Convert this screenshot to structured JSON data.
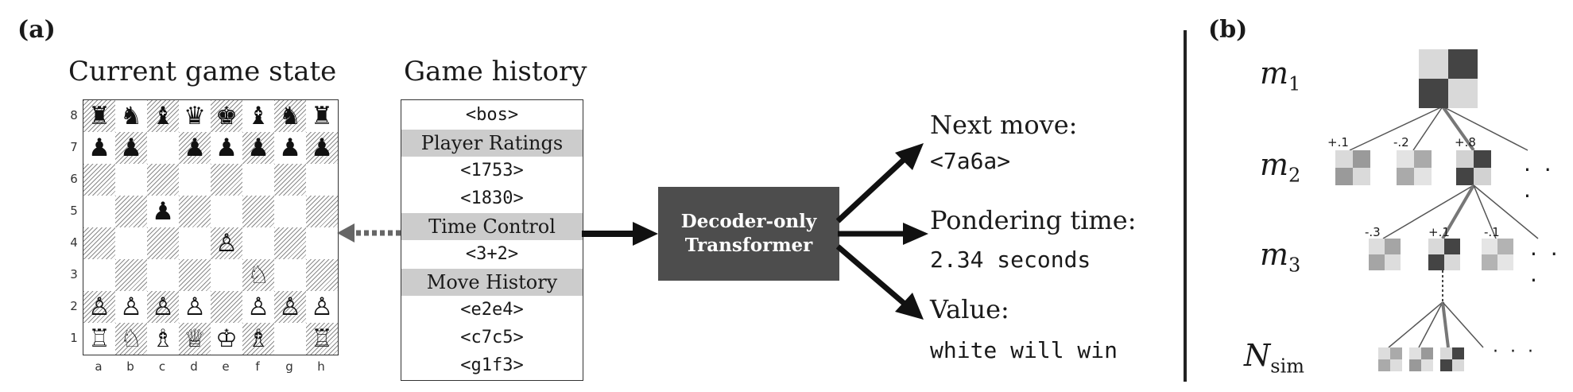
{
  "panel_a": {
    "label": "(a)",
    "board_title": "Current game state",
    "history_title": "Game history",
    "ranks": [
      "8",
      "7",
      "6",
      "5",
      "4",
      "3",
      "2",
      "1"
    ],
    "files": [
      "a",
      "b",
      "c",
      "d",
      "e",
      "f",
      "g",
      "h"
    ],
    "pieces": [
      {
        "sq": "a8",
        "g": "♜"
      },
      {
        "sq": "b8",
        "g": "♞"
      },
      {
        "sq": "c8",
        "g": "♝"
      },
      {
        "sq": "d8",
        "g": "♛"
      },
      {
        "sq": "e8",
        "g": "♚"
      },
      {
        "sq": "f8",
        "g": "♝"
      },
      {
        "sq": "g8",
        "g": "♞"
      },
      {
        "sq": "h8",
        "g": "♜"
      },
      {
        "sq": "a7",
        "g": "♟"
      },
      {
        "sq": "b7",
        "g": "♟"
      },
      {
        "sq": "d7",
        "g": "♟"
      },
      {
        "sq": "e7",
        "g": "♟"
      },
      {
        "sq": "f7",
        "g": "♟"
      },
      {
        "sq": "g7",
        "g": "♟"
      },
      {
        "sq": "h7",
        "g": "♟"
      },
      {
        "sq": "c5",
        "g": "♟"
      },
      {
        "sq": "e4",
        "g": "♙"
      },
      {
        "sq": "f3",
        "g": "♘"
      },
      {
        "sq": "a2",
        "g": "♙"
      },
      {
        "sq": "b2",
        "g": "♙"
      },
      {
        "sq": "c2",
        "g": "♙"
      },
      {
        "sq": "d2",
        "g": "♙"
      },
      {
        "sq": "f2",
        "g": "♙"
      },
      {
        "sq": "g2",
        "g": "♙"
      },
      {
        "sq": "h2",
        "g": "♙"
      },
      {
        "sq": "a1",
        "g": "♖"
      },
      {
        "sq": "b1",
        "g": "♘"
      },
      {
        "sq": "c1",
        "g": "♗"
      },
      {
        "sq": "d1",
        "g": "♕"
      },
      {
        "sq": "e1",
        "g": "♔"
      },
      {
        "sq": "f1",
        "g": "♗"
      },
      {
        "sq": "h1",
        "g": "♖"
      }
    ],
    "history_rows": [
      {
        "type": "token",
        "text": "<bos>"
      },
      {
        "type": "section",
        "text": "Player Ratings"
      },
      {
        "type": "token",
        "text": "<1753>"
      },
      {
        "type": "token",
        "text": "<1830>"
      },
      {
        "type": "section",
        "text": "Time Control"
      },
      {
        "type": "token",
        "text": "<3+2>"
      },
      {
        "type": "section",
        "text": "Move History"
      },
      {
        "type": "token",
        "text": "<e2e4>"
      },
      {
        "type": "token",
        "text": "<c7c5>"
      },
      {
        "type": "token",
        "text": "<g1f3>"
      }
    ],
    "model_line1": "Decoder-only",
    "model_line2": "Transformer",
    "outputs": [
      {
        "title": "Next move:",
        "value": "<7a6a>"
      },
      {
        "title": "Pondering time:",
        "value": "2.34 seconds"
      },
      {
        "title": "Value:",
        "value": "white will win"
      }
    ]
  },
  "panel_b": {
    "label": "(b)",
    "rows": [
      {
        "base": "m",
        "sub": "1"
      },
      {
        "base": "m",
        "sub": "2"
      },
      {
        "base": "m",
        "sub": "3"
      },
      {
        "base": "N",
        "sub": "sim"
      }
    ],
    "m2_scores": [
      "+.1",
      "-.2",
      "+.8"
    ],
    "m3_scores": [
      "-.3",
      "+.1",
      "-.1"
    ],
    "ellipsis": "· · ·"
  }
}
